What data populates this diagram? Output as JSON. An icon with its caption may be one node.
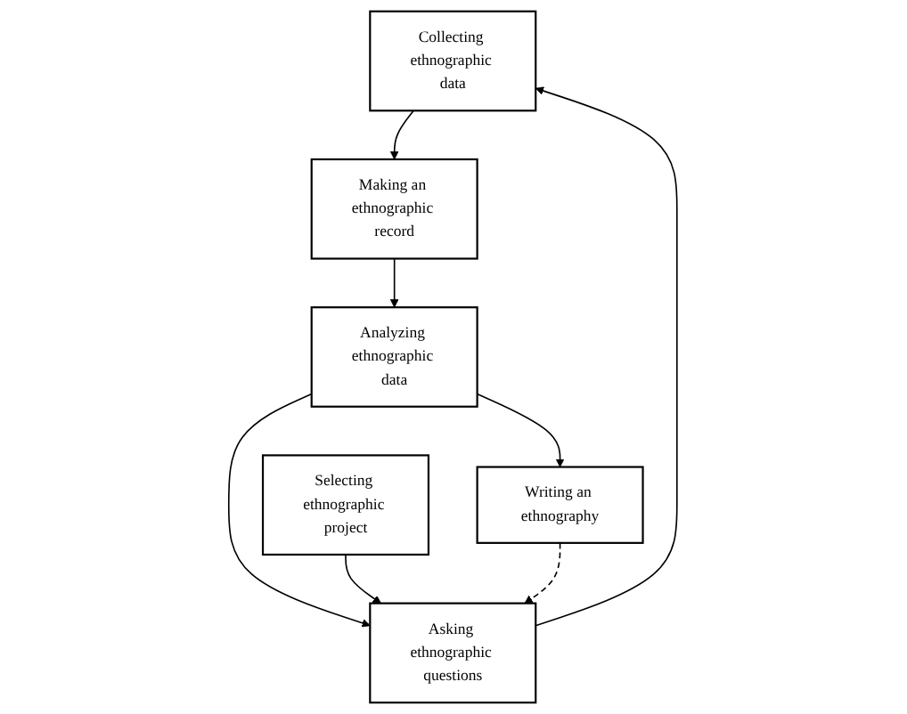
{
  "diagram": {
    "nodes": [
      {
        "text": [
          "Collecting ethnographic data"
        ]
      },
      {
        "text": [
          "Asking ethnographic questions"
        ]
      },
      {
        "text": [
          "Making an ethnographic record"
        ]
      },
      {
        "text": [
          "Selecting ethnographic project"
        ]
      },
      {
        "text": [
          "Analyzing ethnographic data"
        ]
      },
      {
        "text": [
          "Writing an ethnography"
        ]
      }
    ],
    "edges": [
      {
        "from": 1,
        "to": 0,
        "arrow": "to"
      },
      {
        "from": 0,
        "to": 2,
        "arrow": "to"
      },
      {
        "from": 2,
        "to": 4,
        "arrow": "to"
      },
      {
        "from": 4,
        "to": 1,
        "arrow": "to"
      },
      {
        "from": 3,
        "to": 1,
        "arrow": "to"
      },
      {
        "from": 4,
        "to": 5,
        "arrow": "to"
      },
      {
        "from": 5,
        "to": 1,
        "arrow": "to",
        "style": "dashed"
      }
    ]
  }
}
